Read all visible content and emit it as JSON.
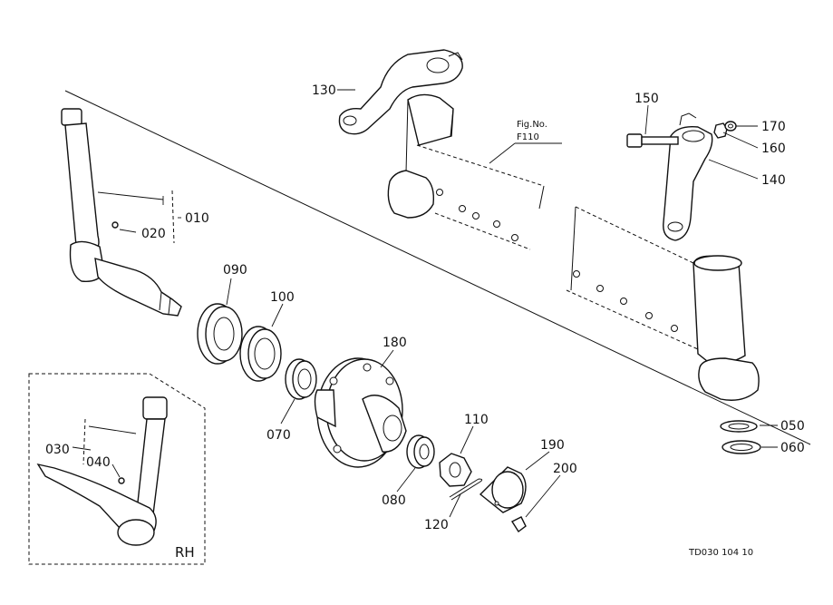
{
  "parts": {
    "p010": "010",
    "p020": "020",
    "p030": "030",
    "p040": "040",
    "p050": "050",
    "p060": "060",
    "p070": "070",
    "p080": "080",
    "p090": "090",
    "p100": "100",
    "p110": "110",
    "p120": "120",
    "p130": "130",
    "p140": "140",
    "p150": "150",
    "p160": "160",
    "p170": "170",
    "p180": "180",
    "p190": "190",
    "p200": "200"
  },
  "figure_reference": {
    "line1": "Fig.No.",
    "line2": "F110"
  },
  "inset_label": "RH",
  "drawing_code": "TD030 104 10"
}
